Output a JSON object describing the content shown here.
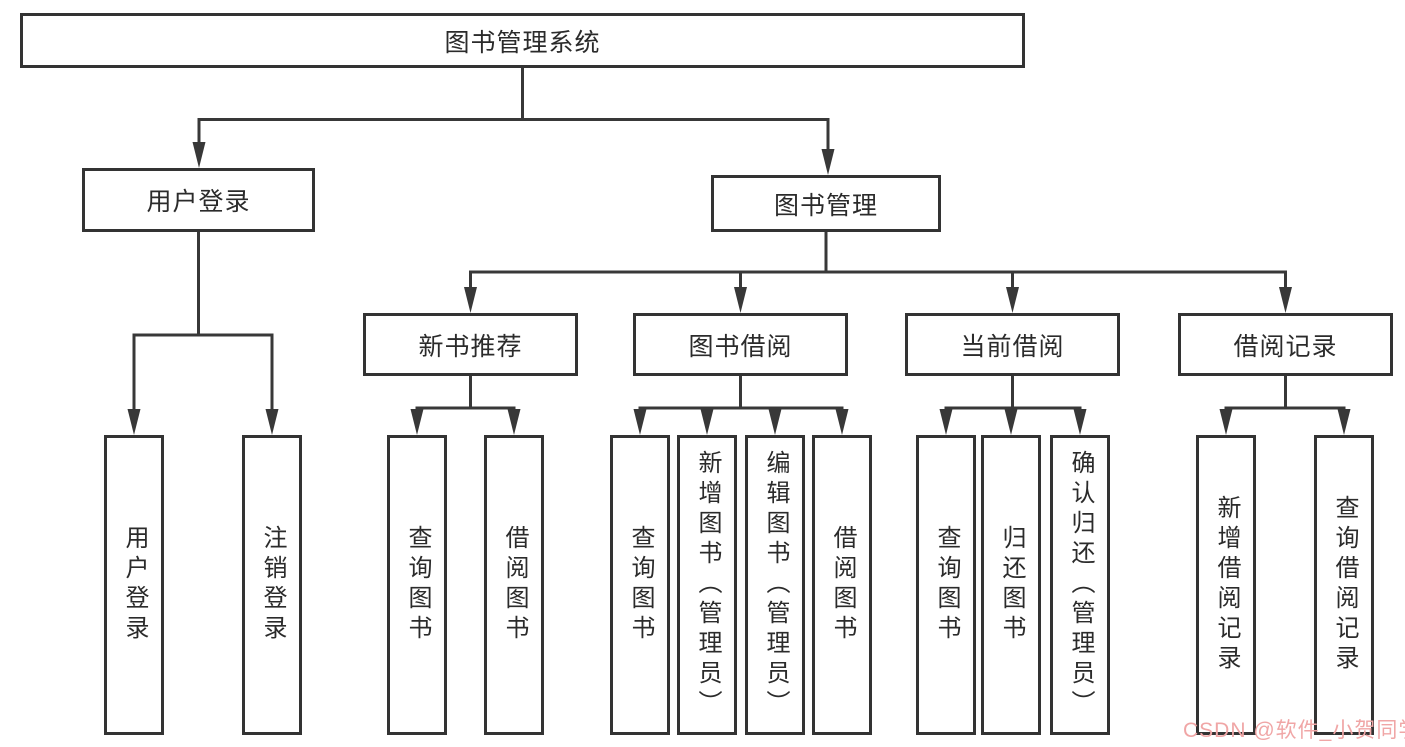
{
  "tree": {
    "label": "图书管理系统",
    "children": [
      {
        "label": "用户登录",
        "children": [
          {
            "label": "用户登录"
          },
          {
            "label": "注销登录"
          }
        ]
      },
      {
        "label": "图书管理",
        "children": [
          {
            "label": "新书推荐",
            "children": [
              {
                "label": "查询图书"
              },
              {
                "label": "借阅图书"
              }
            ]
          },
          {
            "label": "图书借阅",
            "children": [
              {
                "label": "查询图书"
              },
              {
                "label": "新增图书（管理员）"
              },
              {
                "label": "编辑图书（管理员）"
              },
              {
                "label": "借阅图书"
              }
            ]
          },
          {
            "label": "当前借阅",
            "children": [
              {
                "label": "查询图书"
              },
              {
                "label": "归还图书"
              },
              {
                "label": "确认归还（管理员）"
              }
            ]
          },
          {
            "label": "借阅记录",
            "children": [
              {
                "label": "新增借阅记录"
              },
              {
                "label": "查询借阅记录"
              }
            ]
          }
        ]
      }
    ]
  },
  "watermark": {
    "text": "CSDN @软件_小贺同学",
    "color": "#f0a6a6"
  },
  "colors": {
    "line": "#383838",
    "box_border": "#333333",
    "text": "#2b2b2b",
    "background": "#ffffff"
  }
}
